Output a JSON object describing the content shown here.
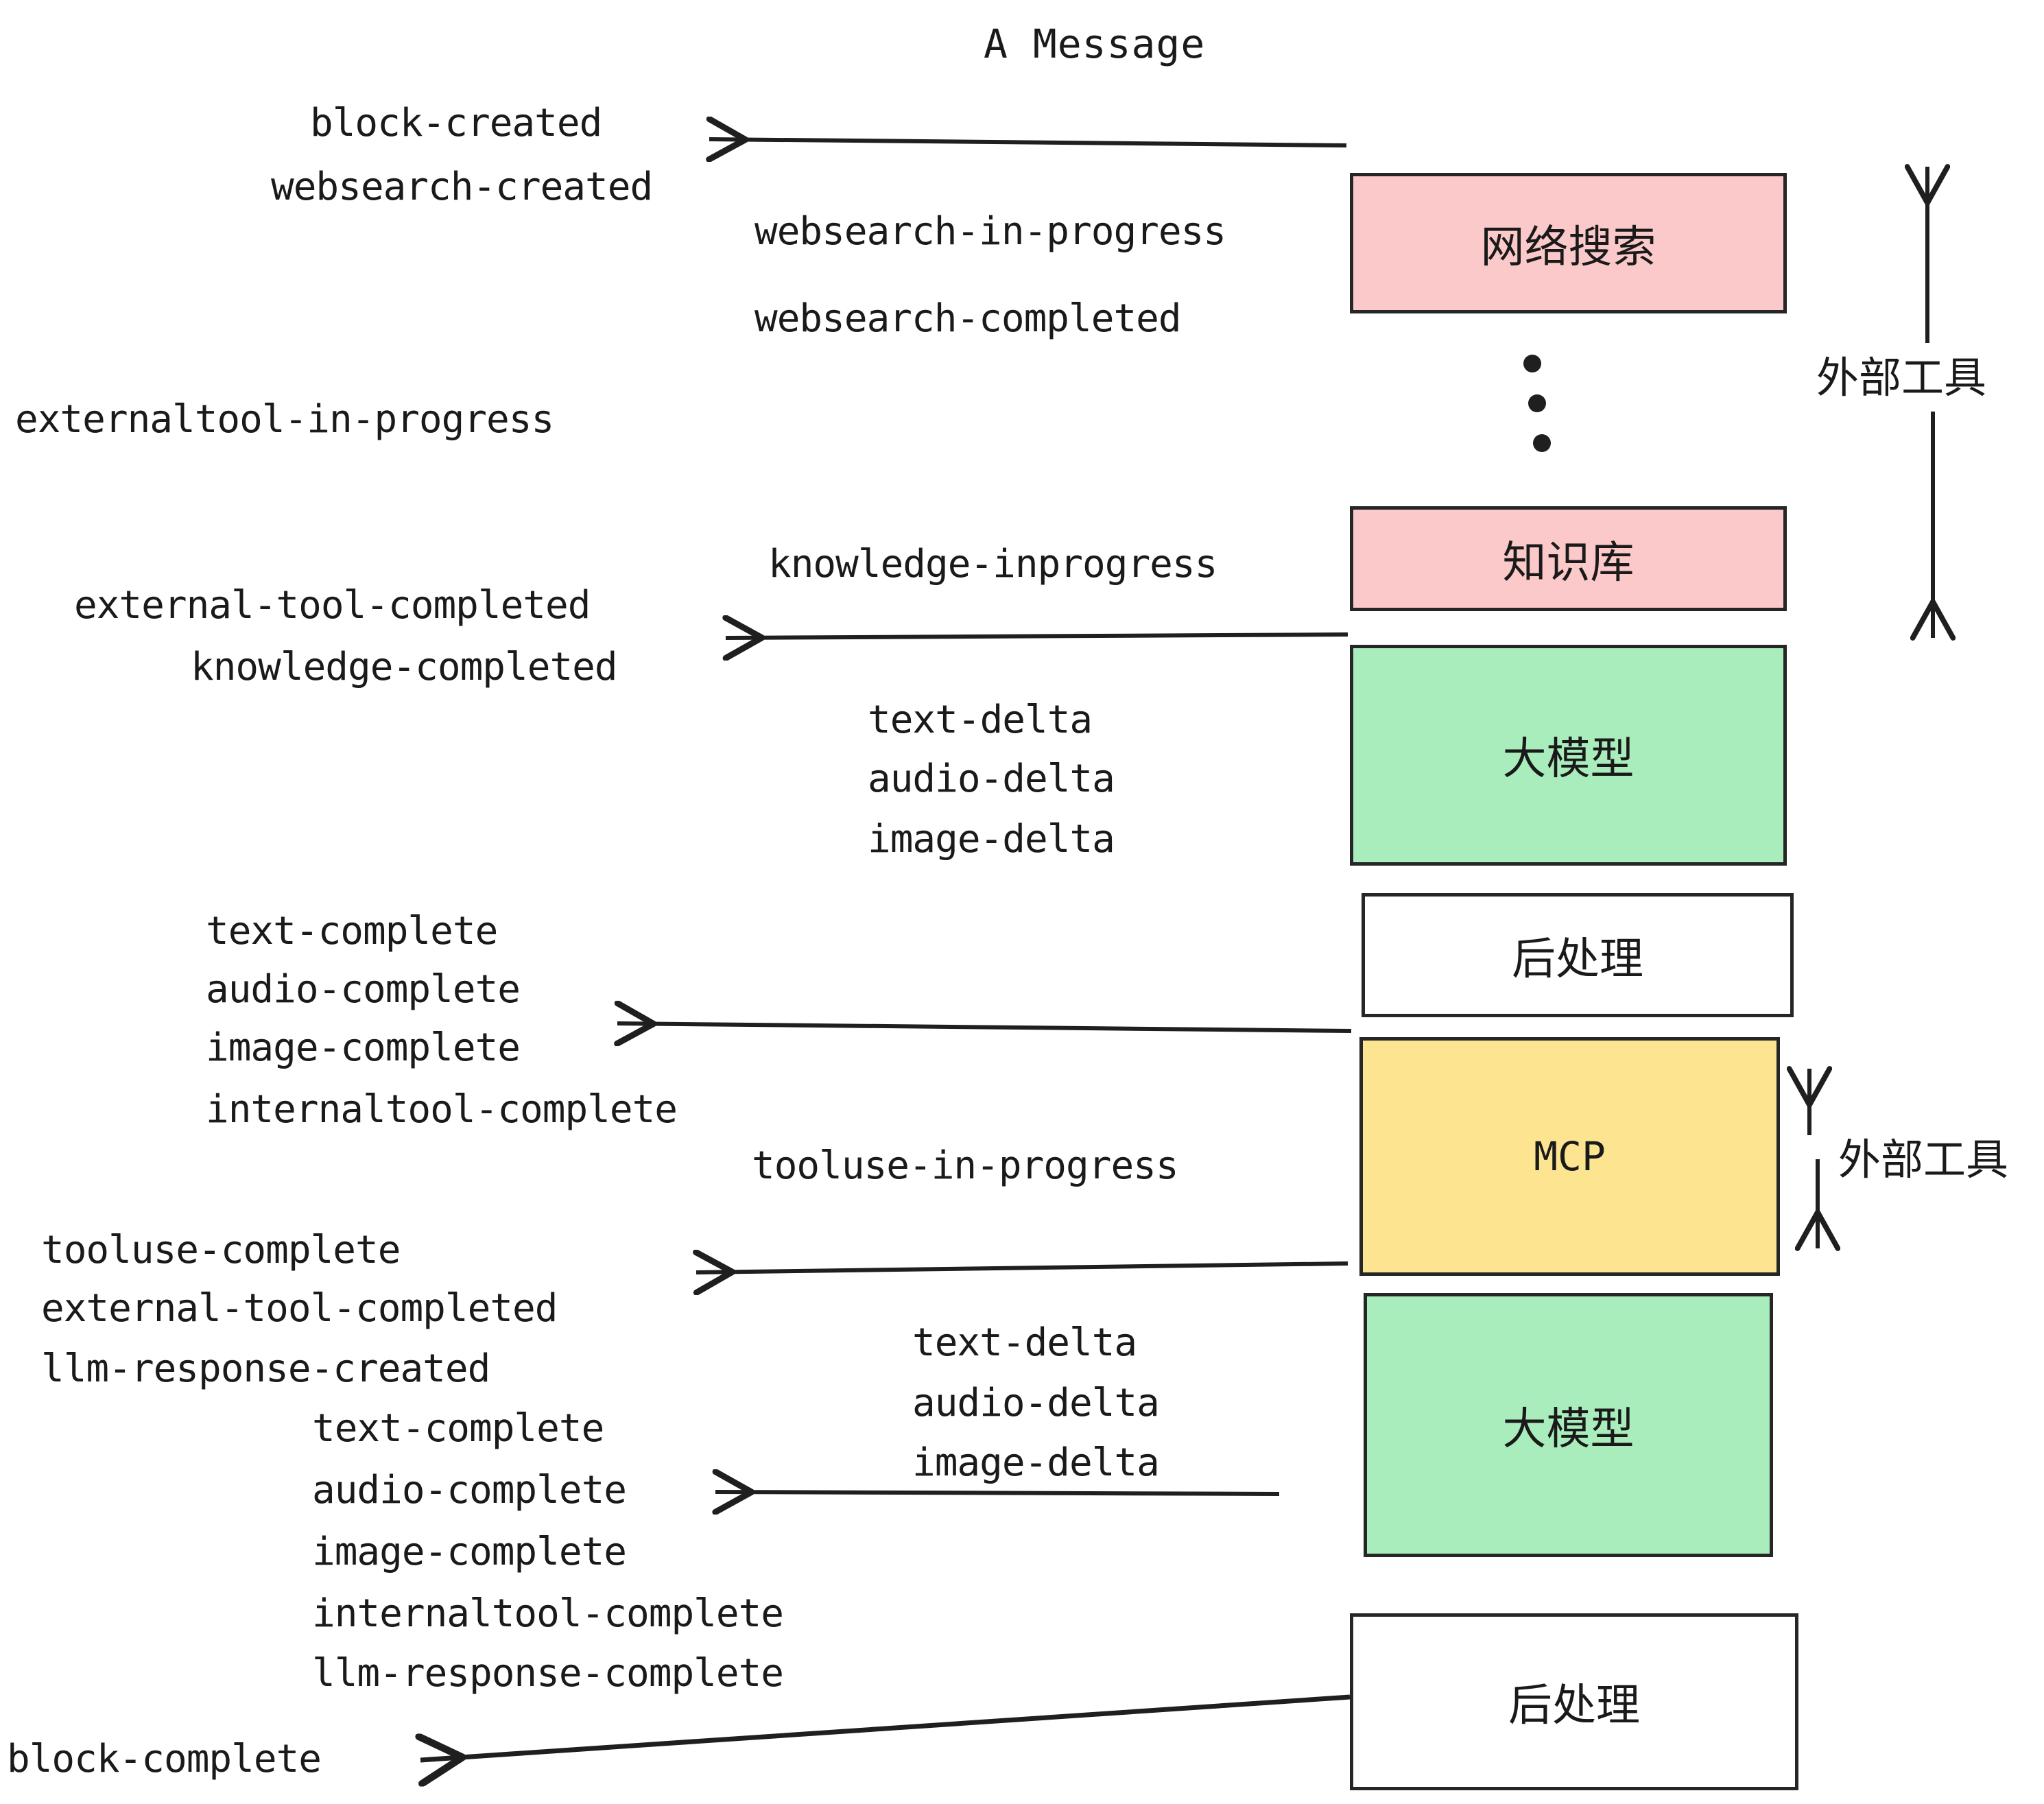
{
  "diagram": {
    "title": "A Message",
    "colors": {
      "pink": "#FBC9C9",
      "green": "#A9EDBC",
      "yellow": "#FCE490",
      "white": "#FFFFFF",
      "stroke": "#262626",
      "text": "#1A1A1A"
    },
    "nodes": [
      {
        "id": "websearch",
        "label": "网络搜索",
        "fill": "pink"
      },
      {
        "id": "knowledge",
        "label": "知识库",
        "fill": "pink"
      },
      {
        "id": "llm1",
        "label": "大模型",
        "fill": "green"
      },
      {
        "id": "post1",
        "label": "后处理",
        "fill": "white"
      },
      {
        "id": "mcp",
        "label": "MCP",
        "fill": "yellow"
      },
      {
        "id": "llm2",
        "label": "大模型",
        "fill": "green"
      },
      {
        "id": "post2",
        "label": "后处理",
        "fill": "white"
      }
    ],
    "side_labels": [
      {
        "id": "external-tools-top",
        "label": "外部工具"
      },
      {
        "id": "external-tools-bottom",
        "label": "外部工具"
      }
    ],
    "events": [
      {
        "id": "e01",
        "text": "block-created"
      },
      {
        "id": "e02",
        "text": "websearch-created"
      },
      {
        "id": "e03",
        "text": "websearch-in-progress"
      },
      {
        "id": "e04",
        "text": "websearch-completed"
      },
      {
        "id": "e05",
        "text": "externaltool-in-progress"
      },
      {
        "id": "e06",
        "text": "knowledge-inprogress"
      },
      {
        "id": "e07",
        "text": "external-tool-completed"
      },
      {
        "id": "e08",
        "text": "knowledge-completed"
      },
      {
        "id": "e09",
        "text": "text-delta"
      },
      {
        "id": "e10",
        "text": "audio-delta"
      },
      {
        "id": "e11",
        "text": "image-delta"
      },
      {
        "id": "e12",
        "text": "text-complete"
      },
      {
        "id": "e13",
        "text": "audio-complete"
      },
      {
        "id": "e14",
        "text": "image-complete"
      },
      {
        "id": "e15",
        "text": "internaltool-complete"
      },
      {
        "id": "e16",
        "text": "tooluse-in-progress"
      },
      {
        "id": "e17",
        "text": "tooluse-complete"
      },
      {
        "id": "e18",
        "text": "external-tool-completed"
      },
      {
        "id": "e19",
        "text": "llm-response-created"
      },
      {
        "id": "e20",
        "text": "text-complete"
      },
      {
        "id": "e21",
        "text": "audio-complete"
      },
      {
        "id": "e22",
        "text": "image-complete"
      },
      {
        "id": "e23",
        "text": "internaltool-complete"
      },
      {
        "id": "e24",
        "text": "llm-response-complete"
      },
      {
        "id": "e25",
        "text": "text-delta"
      },
      {
        "id": "e26",
        "text": "audio-delta"
      },
      {
        "id": "e27",
        "text": "image-delta"
      },
      {
        "id": "e28",
        "text": "block-complete"
      }
    ]
  }
}
